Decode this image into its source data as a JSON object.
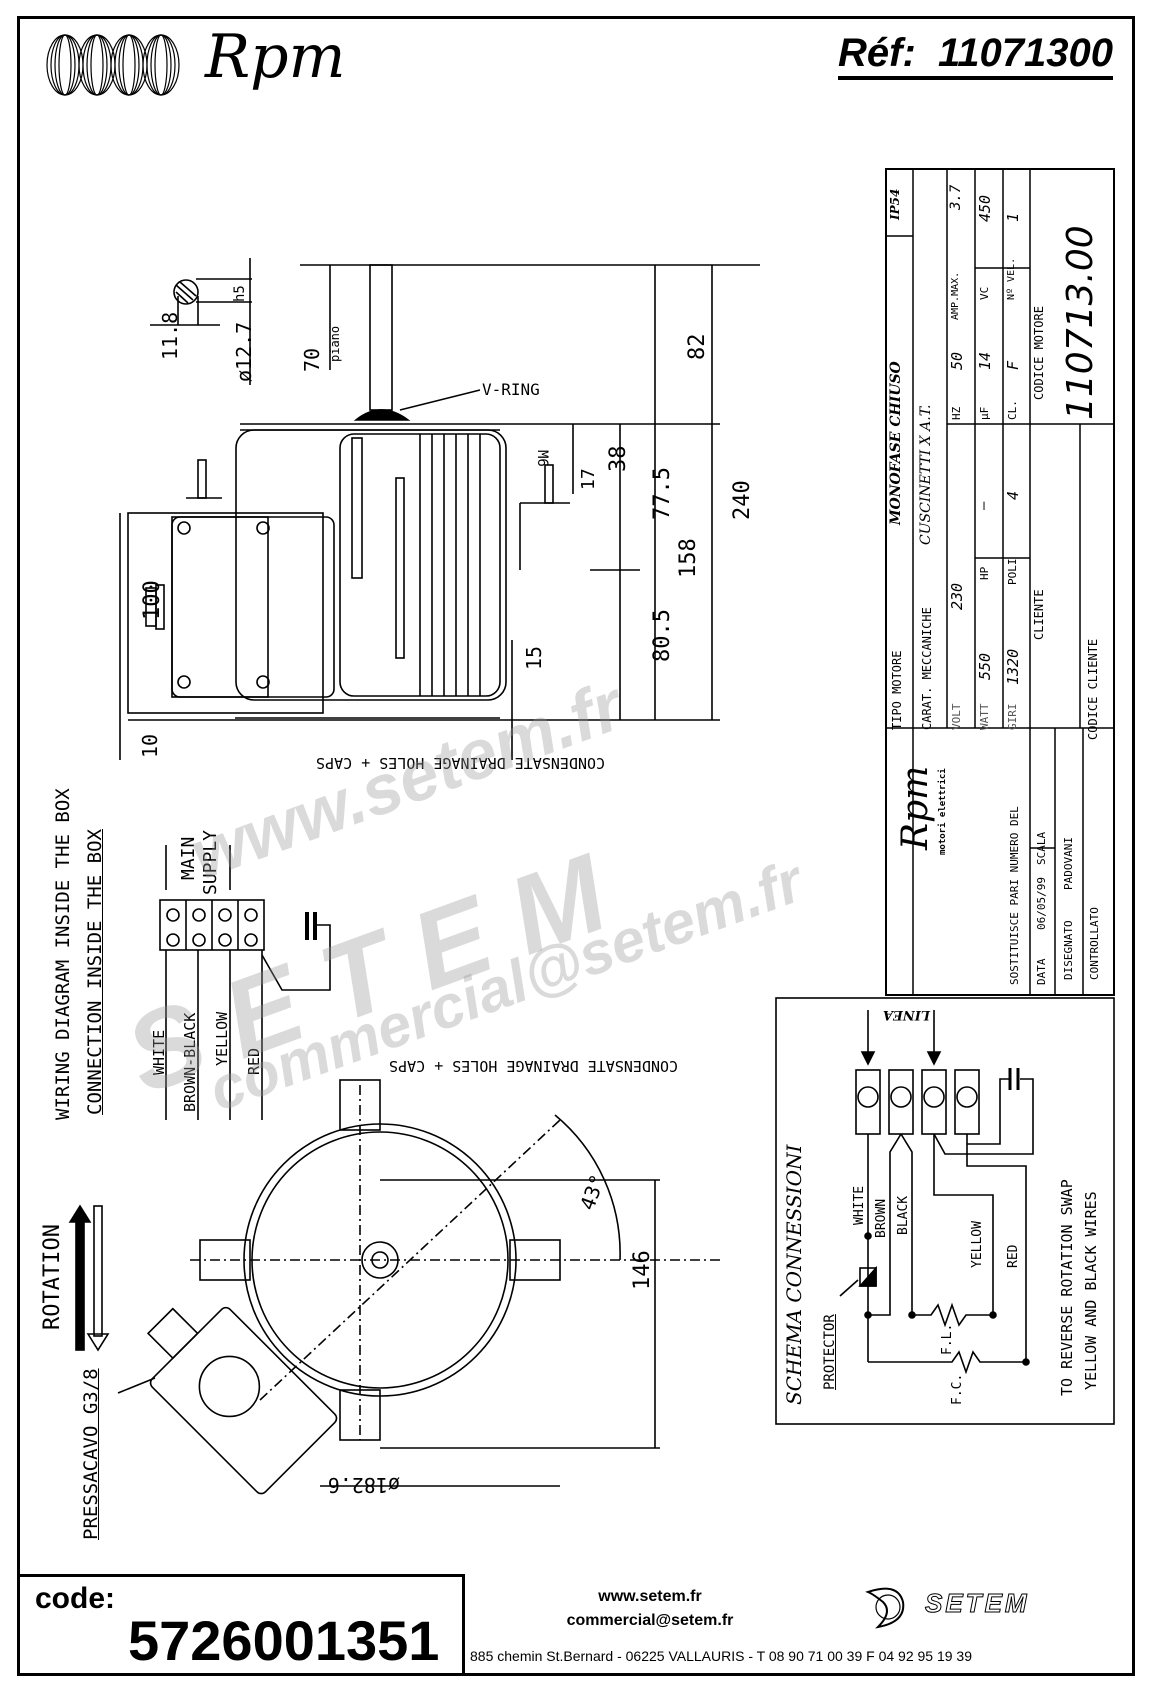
{
  "header": {
    "brand": "Rpm",
    "reference_label": "Réf:",
    "reference_number": "11071300"
  },
  "shaft_detail": {
    "diameter": "ø12.7",
    "tolerance": "h5",
    "flat": "11.8"
  },
  "side_view": {
    "dimensions": {
      "shaft_length": "70",
      "shaft_label": "piano",
      "shaft_total": "82",
      "total_height": "240",
      "box_height": "100",
      "box_offset": "10",
      "mount_38": "38",
      "mount_17": "17",
      "thread": "M6",
      "d_77_5": "77.5",
      "d_158": "158",
      "d_80_5": "80.5",
      "d_15": "15"
    },
    "v_ring_label": "V-RING",
    "drainage_label": "CONDENSATE DRAINAGE HOLES + CAPS"
  },
  "wiring_box": {
    "title_1": "WIRING DIAGRAM INSIDE THE BOX",
    "title_2": "CONNECTION INSIDE THE BOX",
    "main_supply_1": "MAIN",
    "main_supply_2": "SUPPLY",
    "wires": [
      "WHITE",
      "BROWN-BLACK",
      "YELLOW",
      "RED"
    ]
  },
  "front_view": {
    "drainage_label": "CONDENSATE DRAINAGE HOLES + CAPS",
    "angle": "43°",
    "height": "146",
    "diameter": "ø182.6",
    "rotation_label": "ROTATION",
    "cable_gland_label": "PRESSACAVO G3/8"
  },
  "title_block": {
    "tipo_motore_label": "TIPO MOTORE",
    "tipo_motore_value": "MONOFASE CHIUSO",
    "ip": "IP54",
    "carat_label": "CARAT. MECCANICHE",
    "carat_value": "CUSCINETTI X A.T.",
    "rows": [
      {
        "l1": "VOLT",
        "v1": "230",
        "l2": "HZ",
        "v2": "50",
        "l3": "AMP.MAX.",
        "v3": "3.7"
      },
      {
        "l1": "WATT",
        "v1": "550",
        "l1b": "HP",
        "v1b": "—",
        "l2": "µF",
        "v2": "14",
        "l3": "VC",
        "v3": "450"
      },
      {
        "l1": "GIRI",
        "v1": "1320",
        "l1b": "POLI",
        "v1b": "4",
        "l2": "CL.",
        "v2": "F",
        "l3": "Nº VEL.",
        "v3": "1"
      }
    ],
    "cliente_label": "CLIENTE",
    "codice_motore_label": "CODICE MOTORE",
    "codice_motore_value": "110713.00",
    "codice_cliente_label": "CODICE CLIENTE",
    "rpm_logo": "Rpm",
    "rpm_sub": "motori elettrici",
    "sostituisce_label": "SOSTITUISCE PARI NUMERO DEL",
    "data_label": "DATA",
    "data_value": "06/05/99",
    "scala_label": "SCALA",
    "disegnato_label": "DISEGNATO",
    "disegnato_value": "PADOVANI",
    "controllato_label": "CONTROLLATO"
  },
  "schema": {
    "title": "SCHEMA CONNESSIONI",
    "linea": "LINEA",
    "protector": "PROTECTOR",
    "wires": [
      "WHITE",
      "BROWN",
      "BLACK",
      "YELLOW",
      "RED"
    ],
    "fl": "F.L.",
    "fc": "F.C.",
    "note_1": "TO REVERSE ROTATION SWAP",
    "note_2": "YELLOW AND BLACK WIRES"
  },
  "footer": {
    "code_label": "code:",
    "code_value": "5726001351",
    "website": "www.setem.fr",
    "email": "commercial@setem.fr",
    "address": "885 chemin St.Bernard  -  06225 VALLAURIS  -  T 08 90 71 00 39   F 04 92 95 19 39",
    "brand": "SETEM"
  },
  "watermark": {
    "line1": "www.setem.fr",
    "line2": "SETEM",
    "line3": "commercial@setem.fr"
  }
}
